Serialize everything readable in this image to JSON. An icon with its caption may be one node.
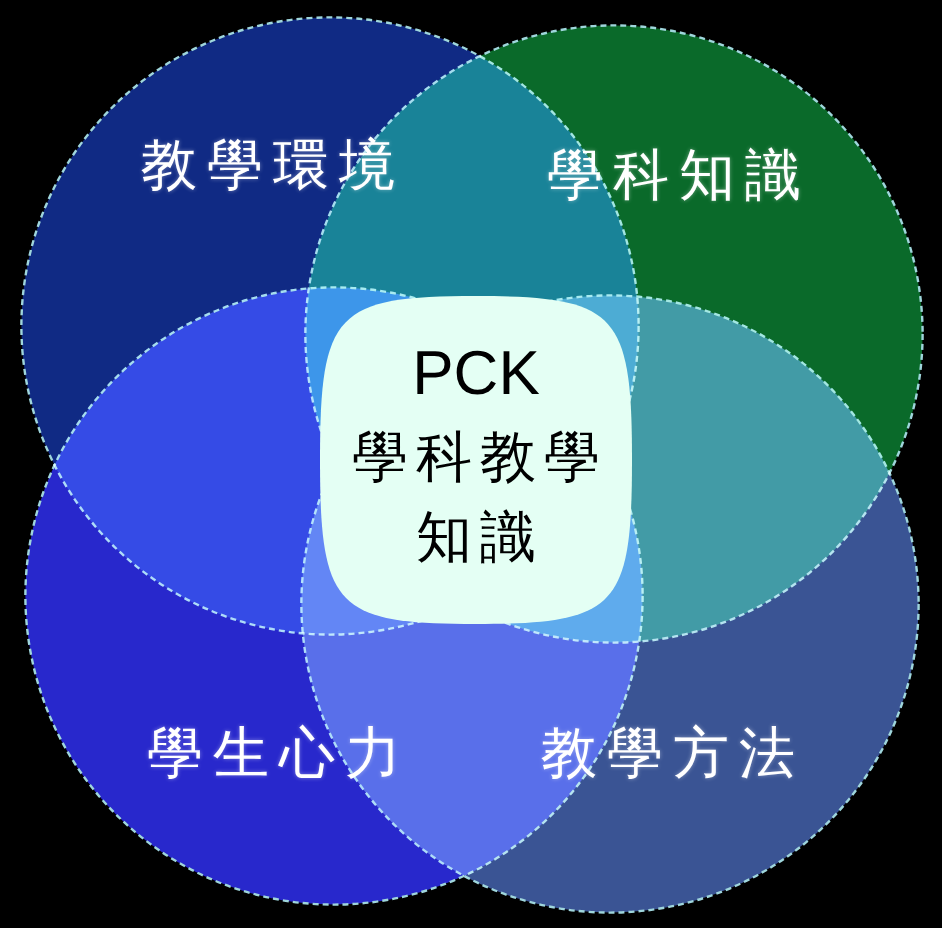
{
  "diagram": {
    "nodes": [
      {
        "text": [
          "教學環境"
        ]
      },
      {
        "text": [
          "學科知識"
        ]
      },
      {
        "text": [
          "學生心力"
        ]
      },
      {
        "text": [
          "教學方法"
        ]
      },
      {
        "text": [
          "PCK",
          "學科教學知識"
        ]
      }
    ]
  }
}
